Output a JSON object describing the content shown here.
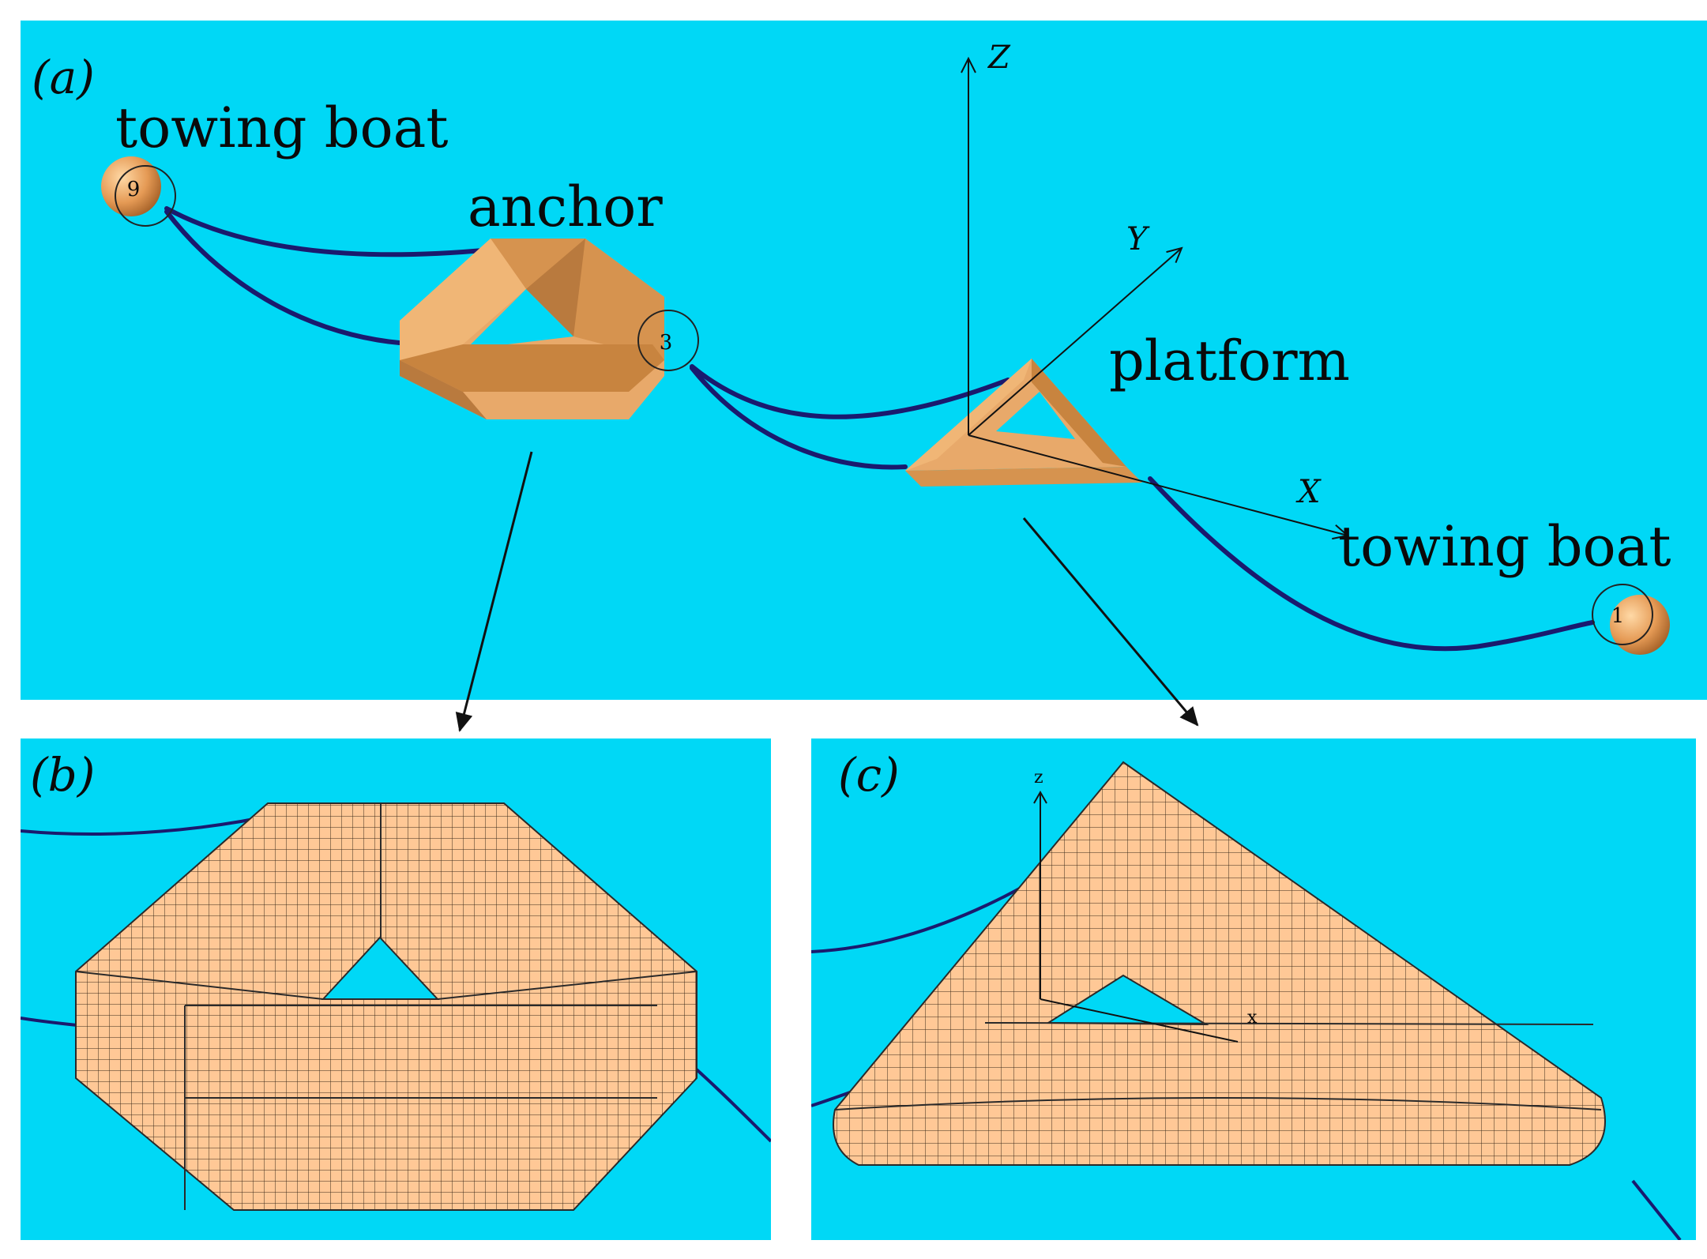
{
  "panels": {
    "a": {
      "letter": "(a)",
      "towing_boat_left": "towing boat",
      "anchor": "anchor",
      "platform": "platform",
      "towing_boat_right": "towing boat",
      "axis_z": "Z",
      "axis_y": "Y",
      "axis_x": "X",
      "marker_left": "9",
      "marker_anchor": "3",
      "marker_right": "1"
    },
    "b": {
      "letter": "(b)"
    },
    "c": {
      "letter": "(c)",
      "axis_z": "z",
      "axis_x": "x"
    }
  },
  "colors": {
    "water": "#00d8f6",
    "body": "#e8a96a",
    "body_dark": "#b97a3e",
    "mesh_fill": "#ffc896",
    "mooring_line": "#1a1a6e"
  }
}
